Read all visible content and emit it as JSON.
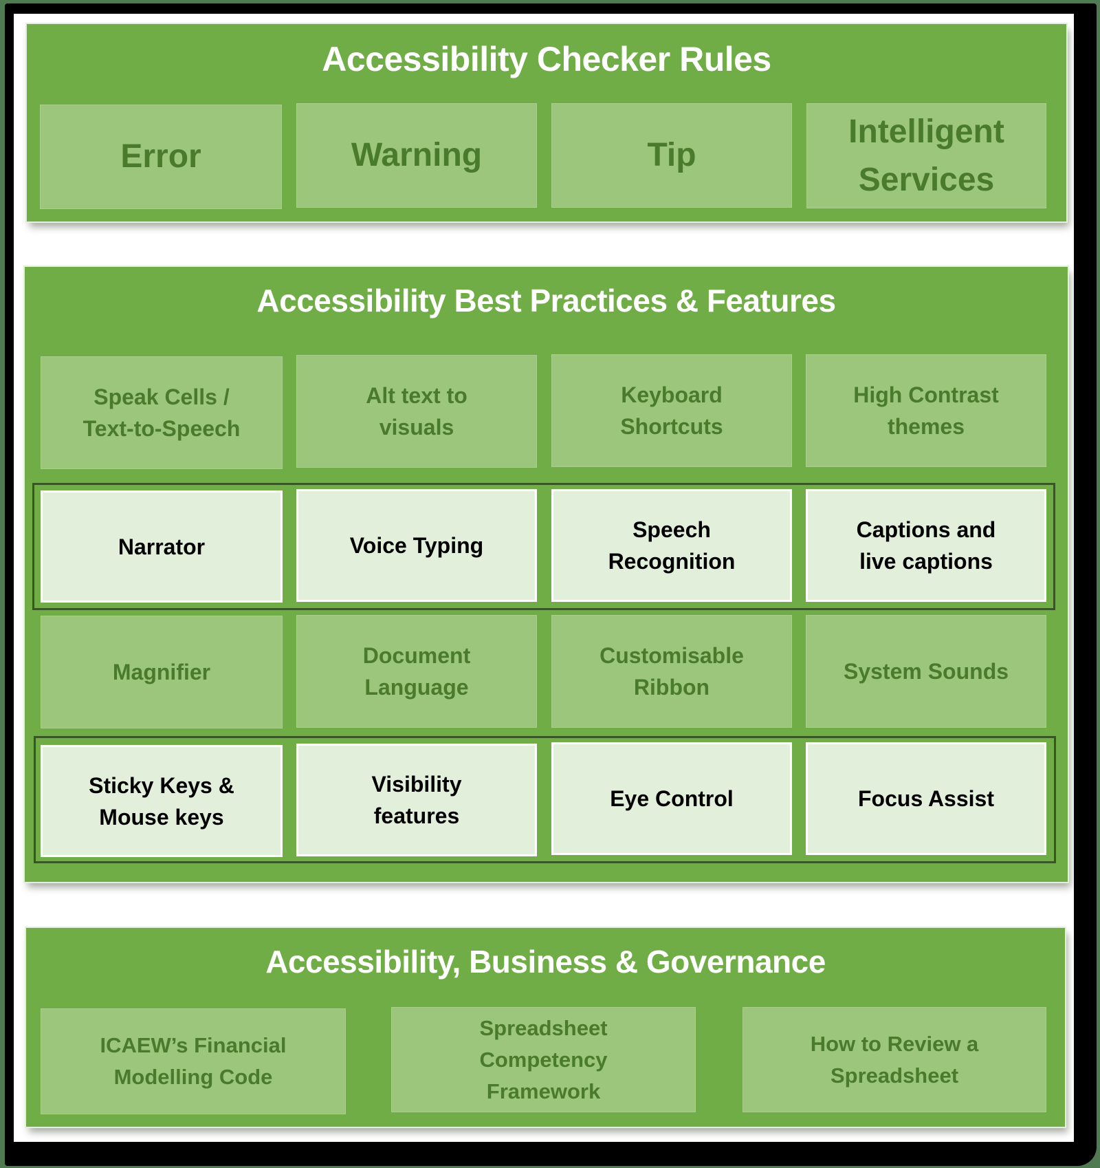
{
  "colors": {
    "panel_green": "#70ad47",
    "tile_green": "#9bc67c",
    "tile_text_green": "#4a7a2c",
    "highlight_tile": "#e2efda",
    "highlight_outline": "#375623",
    "title_text": "#ffffff"
  },
  "checker_rules": {
    "title": "Accessibility Checker Rules",
    "items": [
      {
        "label": "Error"
      },
      {
        "label": "Warning"
      },
      {
        "label": "Tip"
      },
      {
        "label": "Intelligent\nServices"
      }
    ]
  },
  "best_practices": {
    "title": "Accessibility Best Practices & Features",
    "rows": [
      {
        "highlighted": false,
        "items": [
          {
            "label": "Speak Cells /\nText-to-Speech"
          },
          {
            "label": "Alt text to\nvisuals"
          },
          {
            "label": "Keyboard\nShortcuts"
          },
          {
            "label": "High Contrast\nthemes"
          }
        ]
      },
      {
        "highlighted": true,
        "items": [
          {
            "label": "Narrator"
          },
          {
            "label": "Voice Typing"
          },
          {
            "label": "Speech\nRecognition"
          },
          {
            "label": "Captions and\nlive captions"
          }
        ]
      },
      {
        "highlighted": false,
        "items": [
          {
            "label": "Magnifier"
          },
          {
            "label": "Document\nLanguage"
          },
          {
            "label": "Customisable\nRibbon"
          },
          {
            "label": "System Sounds"
          }
        ]
      },
      {
        "highlighted": true,
        "items": [
          {
            "label": "Sticky Keys &\nMouse keys"
          },
          {
            "label": "Visibility\nfeatures"
          },
          {
            "label": "Eye Control"
          },
          {
            "label": "Focus Assist"
          }
        ]
      }
    ]
  },
  "governance": {
    "title": "Accessibility, Business & Governance",
    "items": [
      {
        "label": "ICAEW’s Financial\nModelling Code"
      },
      {
        "label": "Spreadsheet\nCompetency\nFramework"
      },
      {
        "label": "How to Review a\nSpreadsheet"
      }
    ]
  }
}
